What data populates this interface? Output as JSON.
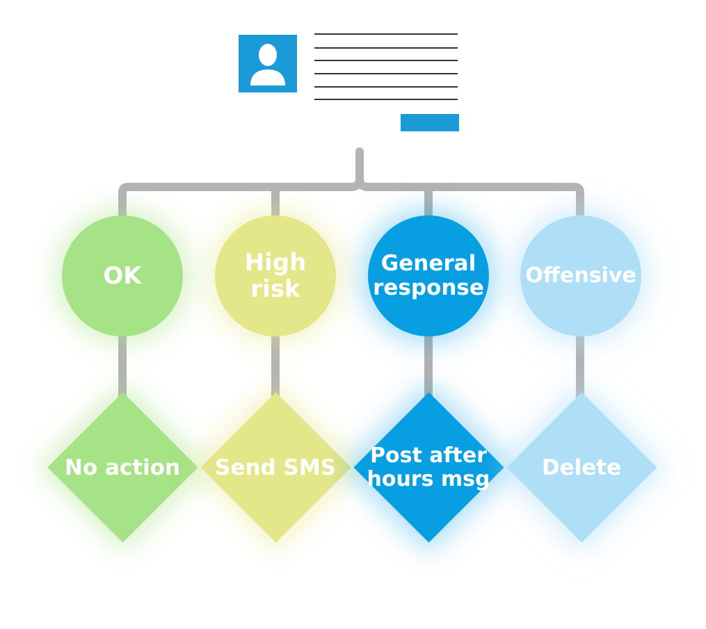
{
  "colors": {
    "connector": "#b3b3b3",
    "post_accent": "#1a9bd8",
    "text_lines": "#333333",
    "ok": "#a6e286",
    "high_risk": "#e4e68a",
    "general": "#079fe2",
    "offensive": "#afdff7"
  },
  "post": {
    "avatar_icon": "user-silhouette-icon",
    "line_count": 6
  },
  "categories": [
    {
      "id": "ok",
      "label": "OK",
      "color": "#a6e286"
    },
    {
      "id": "high-risk",
      "label": "High risk",
      "color": "#e4e68a"
    },
    {
      "id": "general-response",
      "label": "General response",
      "color": "#079fe2"
    },
    {
      "id": "offensive",
      "label": "Offensive",
      "color": "#afdff7"
    }
  ],
  "actions": [
    {
      "id": "no-action",
      "label": "No action",
      "color": "#a6e286"
    },
    {
      "id": "send-sms",
      "label": "Send SMS",
      "color": "#e4e68a"
    },
    {
      "id": "post-after-hours-msg",
      "label": "Post after hours msg",
      "color": "#079fe2"
    },
    {
      "id": "delete",
      "label": "Delete",
      "color": "#afdff7"
    }
  ]
}
